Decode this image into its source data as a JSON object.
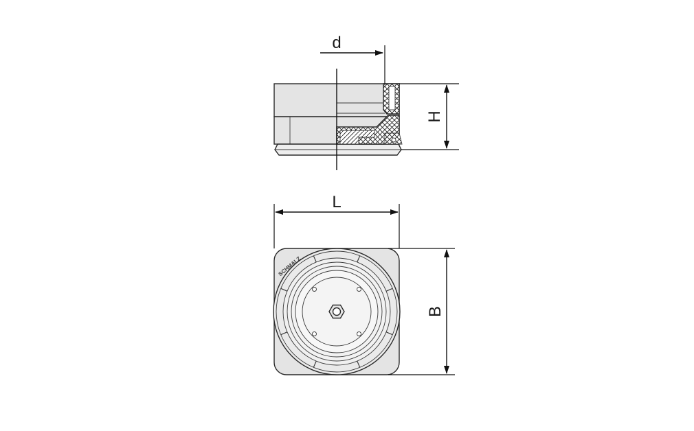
{
  "dimensions": {
    "d": "d",
    "H": "H",
    "L": "L",
    "B": "B"
  },
  "brand_marking": "SCHMALZ",
  "colors": {
    "body_fill": "#e4e4e4",
    "light_fill": "#f0f0f0",
    "outline": "#2a2a2a",
    "dimension_line": "#111111"
  }
}
